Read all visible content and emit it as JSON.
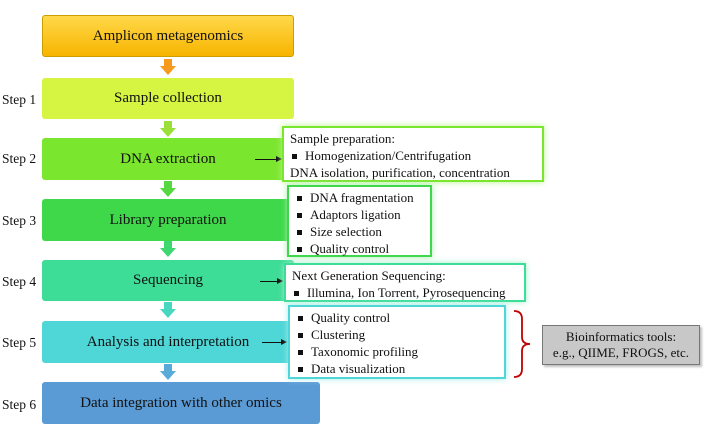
{
  "title": "Amplicon metagenomics",
  "steps": [
    {
      "label": "Step 1",
      "box": "Sample collection"
    },
    {
      "label": "Step 2",
      "box": "DNA extraction"
    },
    {
      "label": "Step 3",
      "box": "Library preparation"
    },
    {
      "label": "Step 4",
      "box": "Sequencing"
    },
    {
      "label": "Step 5",
      "box": "Analysis and interpretation"
    },
    {
      "label": "Step 6",
      "box": "Data integration with other omics"
    }
  ],
  "details": {
    "step2": {
      "heading": "Sample preparation:",
      "item": "Homogenization/Centrifugation",
      "footer": "DNA isolation, purification, concentration"
    },
    "step3": {
      "items": [
        "DNA fragmentation",
        "Adaptors ligation",
        "Size selection",
        "Quality control"
      ]
    },
    "step4": {
      "heading": "Next Generation Sequencing:",
      "item": "Illumina, Ion Torrent, Pyrosequencing"
    },
    "step5": {
      "items": [
        "Quality control",
        "Clustering",
        "Taxonomic profiling",
        "Data visualization"
      ]
    }
  },
  "tools": {
    "line1": "Bioinformatics tools:",
    "line2": "e.g., QIIME, FROGS, etc."
  },
  "colors": {
    "title": "#ffc000",
    "step1": "#d5f542",
    "step2": "#7be62e",
    "step3": "#3fd84a",
    "step4": "#3ddc97",
    "step5": "#4fd6d6",
    "step6": "#5b9bd5",
    "bracket": "#c00000"
  }
}
